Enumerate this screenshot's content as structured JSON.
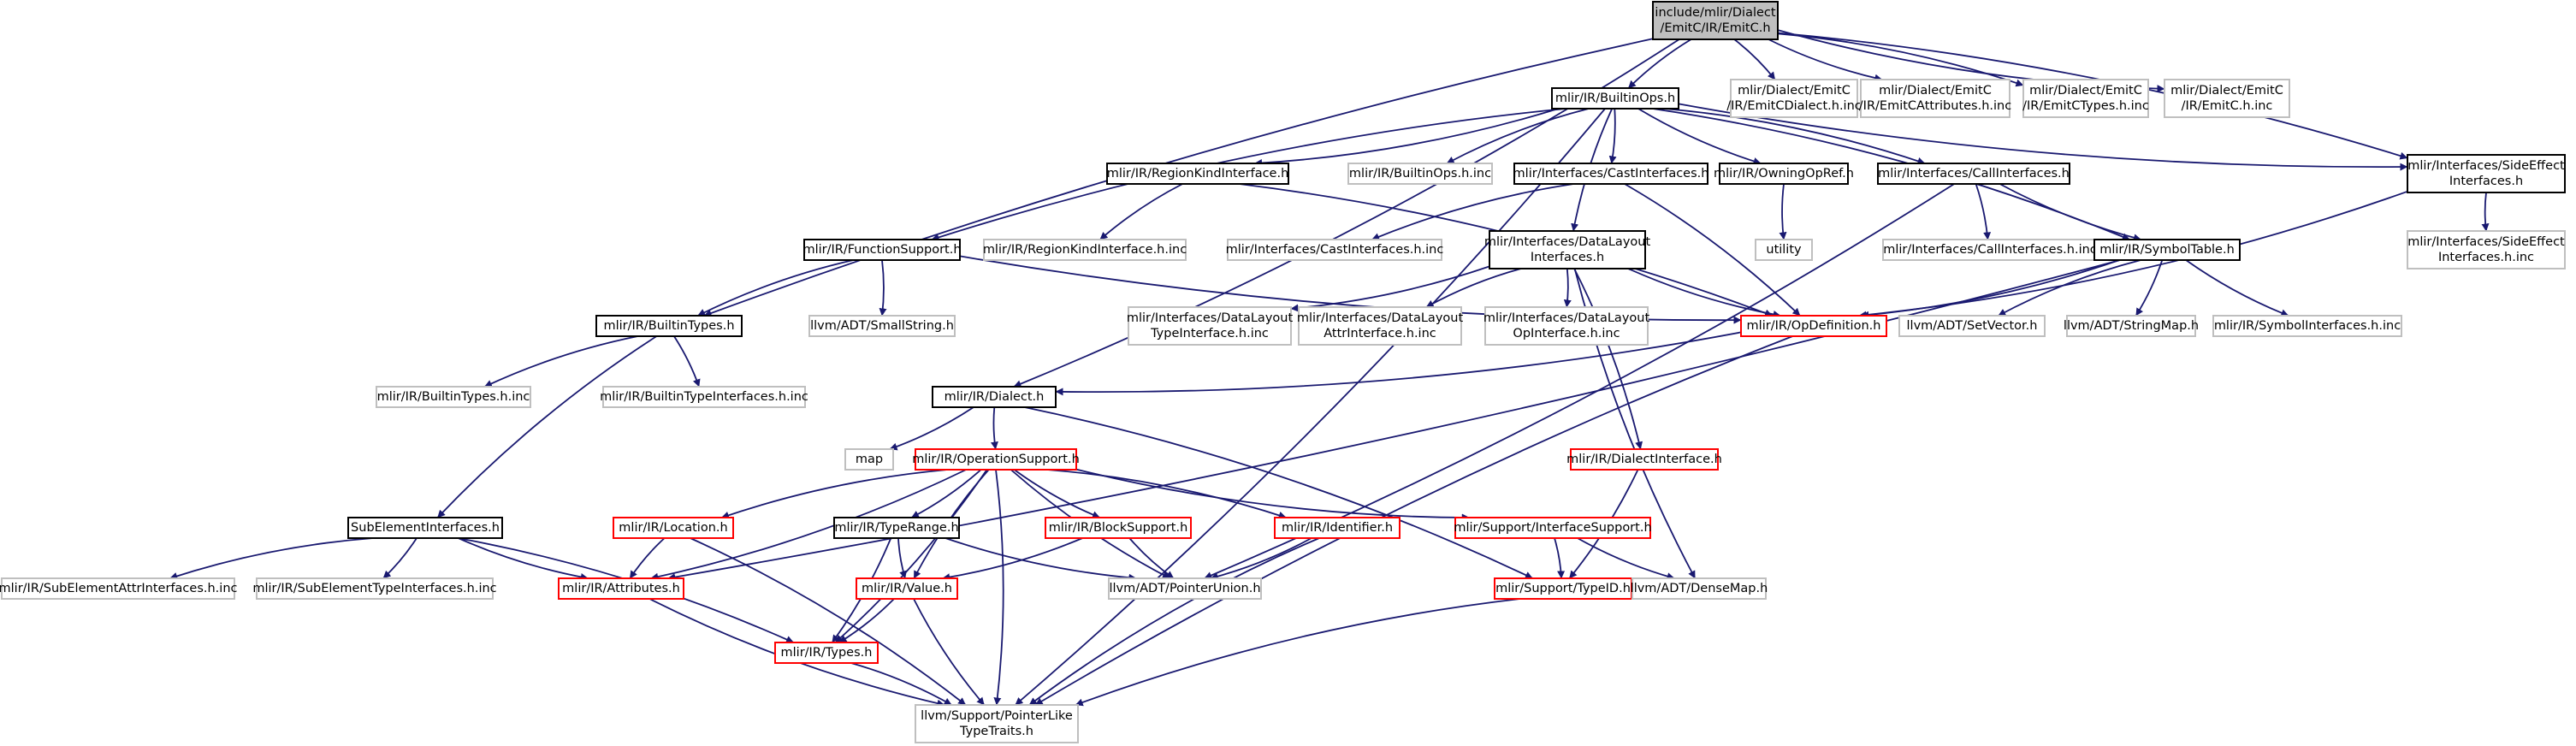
{
  "diagram": {
    "kind": "include dependency graph",
    "colors": {
      "edge": "#191970",
      "focus_fill": "#bfbfbf",
      "documented_border": "#000000",
      "truncated_border": "#ff0000",
      "external_border": "#bfbfbf",
      "text": "#000000"
    },
    "nodes": [
      {
        "id": "emitc_h",
        "lines": [
          "include/mlir/Dialect",
          "/EmitC/IR/EmitC.h"
        ],
        "style": "focus"
      },
      {
        "id": "builtinops_h",
        "lines": [
          "mlir/IR/BuiltinOps.h"
        ],
        "style": "documented"
      },
      {
        "id": "emitcdialect_inc",
        "lines": [
          "mlir/Dialect/EmitC",
          "/IR/EmitCDialect.h.inc"
        ],
        "style": "external"
      },
      {
        "id": "emitcattributes_inc",
        "lines": [
          "mlir/Dialect/EmitC",
          "/IR/EmitCAttributes.h.inc"
        ],
        "style": "external"
      },
      {
        "id": "emitctypes_inc",
        "lines": [
          "mlir/Dialect/EmitC",
          "/IR/EmitCTypes.h.inc"
        ],
        "style": "external"
      },
      {
        "id": "emitc_inc",
        "lines": [
          "mlir/Dialect/EmitC",
          "/IR/EmitC.h.inc"
        ],
        "style": "external"
      },
      {
        "id": "regionkind_h",
        "lines": [
          "mlir/IR/RegionKindInterface.h"
        ],
        "style": "documented"
      },
      {
        "id": "builtinops_inc",
        "lines": [
          "mlir/IR/BuiltinOps.h.inc"
        ],
        "style": "external"
      },
      {
        "id": "castinterfaces_h",
        "lines": [
          "mlir/Interfaces/CastInterfaces.h"
        ],
        "style": "documented"
      },
      {
        "id": "owningopref_h",
        "lines": [
          "mlir/IR/OwningOpRef.h"
        ],
        "style": "documented"
      },
      {
        "id": "callinterfaces_h",
        "lines": [
          "mlir/Interfaces/CallInterfaces.h"
        ],
        "style": "documented"
      },
      {
        "id": "sideeffect_h",
        "lines": [
          "mlir/Interfaces/SideEffect",
          "Interfaces.h"
        ],
        "style": "documented"
      },
      {
        "id": "sideeffect_inc",
        "lines": [
          "mlir/Interfaces/SideEffect",
          "Interfaces.h.inc"
        ],
        "style": "external"
      },
      {
        "id": "functionsupport_h",
        "lines": [
          "mlir/IR/FunctionSupport.h"
        ],
        "style": "documented"
      },
      {
        "id": "regionkind_inc",
        "lines": [
          "mlir/IR/RegionKindInterface.h.inc"
        ],
        "style": "external"
      },
      {
        "id": "castinterfaces_inc",
        "lines": [
          "mlir/Interfaces/CastInterfaces.h.inc"
        ],
        "style": "external"
      },
      {
        "id": "datalayout_h",
        "lines": [
          "mlir/Interfaces/DataLayout",
          "Interfaces.h"
        ],
        "style": "documented"
      },
      {
        "id": "utility",
        "lines": [
          "utility"
        ],
        "style": "external"
      },
      {
        "id": "callinterfaces_inc",
        "lines": [
          "mlir/Interfaces/CallInterfaces.h.inc"
        ],
        "style": "external"
      },
      {
        "id": "symboltable_h",
        "lines": [
          "mlir/IR/SymbolTable.h"
        ],
        "style": "documented"
      },
      {
        "id": "builtintypes_h",
        "lines": [
          "mlir/IR/BuiltinTypes.h"
        ],
        "style": "documented"
      },
      {
        "id": "smallstring_h",
        "lines": [
          "llvm/ADT/SmallString.h"
        ],
        "style": "external"
      },
      {
        "id": "dl_typeinterface_inc",
        "lines": [
          "mlir/Interfaces/DataLayout",
          "TypeInterface.h.inc"
        ],
        "style": "external"
      },
      {
        "id": "dl_attrinterface_inc",
        "lines": [
          "mlir/Interfaces/DataLayout",
          "AttrInterface.h.inc"
        ],
        "style": "external"
      },
      {
        "id": "dl_opinterface_inc",
        "lines": [
          "mlir/Interfaces/DataLayout",
          "OpInterface.h.inc"
        ],
        "style": "external"
      },
      {
        "id": "opdefinition_h",
        "lines": [
          "mlir/IR/OpDefinition.h"
        ],
        "style": "truncated"
      },
      {
        "id": "setvector_h",
        "lines": [
          "llvm/ADT/SetVector.h"
        ],
        "style": "external"
      },
      {
        "id": "stringmap_h",
        "lines": [
          "llvm/ADT/StringMap.h"
        ],
        "style": "external"
      },
      {
        "id": "symbolinterfaces_inc",
        "lines": [
          "mlir/IR/SymbolInterfaces.h.inc"
        ],
        "style": "external"
      },
      {
        "id": "builtintypes_inc",
        "lines": [
          "mlir/IR/BuiltinTypes.h.inc"
        ],
        "style": "external"
      },
      {
        "id": "builtintypeinterfaces_inc",
        "lines": [
          "mlir/IR/BuiltinTypeInterfaces.h.inc"
        ],
        "style": "external"
      },
      {
        "id": "dialect_h",
        "lines": [
          "mlir/IR/Dialect.h"
        ],
        "style": "documented"
      },
      {
        "id": "map",
        "lines": [
          "map"
        ],
        "style": "external"
      },
      {
        "id": "operationsupport_h",
        "lines": [
          "mlir/IR/OperationSupport.h"
        ],
        "style": "truncated"
      },
      {
        "id": "dialectinterface_h",
        "lines": [
          "mlir/IR/DialectInterface.h"
        ],
        "style": "truncated"
      },
      {
        "id": "subelementinterfaces_h",
        "lines": [
          "SubElementInterfaces.h"
        ],
        "style": "documented"
      },
      {
        "id": "location_h",
        "lines": [
          "mlir/IR/Location.h"
        ],
        "style": "truncated"
      },
      {
        "id": "typerange_h",
        "lines": [
          "mlir/IR/TypeRange.h"
        ],
        "style": "documented"
      },
      {
        "id": "blocksupport_h",
        "lines": [
          "mlir/IR/BlockSupport.h"
        ],
        "style": "truncated"
      },
      {
        "id": "identifier_h",
        "lines": [
          "mlir/IR/Identifier.h"
        ],
        "style": "truncated"
      },
      {
        "id": "interfacesupport_h",
        "lines": [
          "mlir/Support/InterfaceSupport.h"
        ],
        "style": "truncated"
      },
      {
        "id": "subelementattr_inc",
        "lines": [
          "mlir/IR/SubElementAttrInterfaces.h.inc"
        ],
        "style": "external"
      },
      {
        "id": "subelementtype_inc",
        "lines": [
          "mlir/IR/SubElementTypeInterfaces.h.inc"
        ],
        "style": "external"
      },
      {
        "id": "attributes_h",
        "lines": [
          "mlir/IR/Attributes.h"
        ],
        "style": "truncated"
      },
      {
        "id": "value_h",
        "lines": [
          "mlir/IR/Value.h"
        ],
        "style": "truncated"
      },
      {
        "id": "pointerunion_h",
        "lines": [
          "llvm/ADT/PointerUnion.h"
        ],
        "style": "external"
      },
      {
        "id": "typeid_h",
        "lines": [
          "mlir/Support/TypeID.h"
        ],
        "style": "truncated"
      },
      {
        "id": "densemap_h",
        "lines": [
          "llvm/ADT/DenseMap.h"
        ],
        "style": "external"
      },
      {
        "id": "types_h",
        "lines": [
          "mlir/IR/Types.h"
        ],
        "style": "truncated"
      },
      {
        "id": "pointerliketypetraits_h",
        "lines": [
          "llvm/Support/PointerLike",
          "TypeTraits.h"
        ],
        "style": "external"
      }
    ],
    "edges": [
      [
        "emitc_h",
        "builtinops_h"
      ],
      [
        "emitc_h",
        "emitcdialect_inc"
      ],
      [
        "emitc_h",
        "emitcattributes_inc"
      ],
      [
        "emitc_h",
        "emitctypes_inc"
      ],
      [
        "emitc_h",
        "emitc_inc"
      ],
      [
        "emitc_h",
        "sideeffect_h"
      ],
      [
        "emitc_h",
        "builtintypes_h"
      ],
      [
        "emitc_h",
        "dialect_h"
      ],
      [
        "builtinops_h",
        "functionsupport_h"
      ],
      [
        "builtinops_h",
        "regionkind_h"
      ],
      [
        "builtinops_h",
        "builtinops_inc"
      ],
      [
        "builtinops_h",
        "castinterfaces_h"
      ],
      [
        "builtinops_h",
        "owningopref_h"
      ],
      [
        "builtinops_h",
        "callinterfaces_h"
      ],
      [
        "builtinops_h",
        "datalayout_h"
      ],
      [
        "builtinops_h",
        "symboltable_h"
      ],
      [
        "builtinops_h",
        "sideeffect_h"
      ],
      [
        "builtinops_h",
        "pointerliketypetraits_h"
      ],
      [
        "regionkind_h",
        "regionkind_inc"
      ],
      [
        "regionkind_h",
        "opdefinition_h"
      ],
      [
        "castinterfaces_h",
        "castinterfaces_inc"
      ],
      [
        "castinterfaces_h",
        "opdefinition_h"
      ],
      [
        "owningopref_h",
        "utility"
      ],
      [
        "callinterfaces_h",
        "callinterfaces_inc"
      ],
      [
        "callinterfaces_h",
        "symboltable_h"
      ],
      [
        "callinterfaces_h",
        "pointerunion_h"
      ],
      [
        "sideeffect_h",
        "sideeffect_inc"
      ],
      [
        "sideeffect_h",
        "opdefinition_h"
      ],
      [
        "functionsupport_h",
        "builtintypes_h"
      ],
      [
        "functionsupport_h",
        "smallstring_h"
      ],
      [
        "functionsupport_h",
        "opdefinition_h"
      ],
      [
        "datalayout_h",
        "dl_typeinterface_inc"
      ],
      [
        "datalayout_h",
        "dl_attrinterface_inc"
      ],
      [
        "datalayout_h",
        "dl_opinterface_inc"
      ],
      [
        "datalayout_h",
        "opdefinition_h"
      ],
      [
        "datalayout_h",
        "dialectinterface_h"
      ],
      [
        "datalayout_h",
        "densemap_h"
      ],
      [
        "symboltable_h",
        "opdefinition_h"
      ],
      [
        "symboltable_h",
        "setvector_h"
      ],
      [
        "symboltable_h",
        "stringmap_h"
      ],
      [
        "symboltable_h",
        "symbolinterfaces_inc"
      ],
      [
        "symboltable_h",
        "attributes_h"
      ],
      [
        "builtintypes_h",
        "builtintypes_inc"
      ],
      [
        "builtintypes_h",
        "builtintypeinterfaces_inc"
      ],
      [
        "builtintypes_h",
        "subelementinterfaces_h"
      ],
      [
        "opdefinition_h",
        "dialect_h"
      ],
      [
        "opdefinition_h",
        "pointerliketypetraits_h"
      ],
      [
        "dialect_h",
        "map"
      ],
      [
        "dialect_h",
        "operationsupport_h"
      ],
      [
        "dialect_h",
        "typeid_h"
      ],
      [
        "operationsupport_h",
        "location_h"
      ],
      [
        "operationsupport_h",
        "typerange_h"
      ],
      [
        "operationsupport_h",
        "blocksupport_h"
      ],
      [
        "operationsupport_h",
        "identifier_h"
      ],
      [
        "operationsupport_h",
        "interfacesupport_h"
      ],
      [
        "operationsupport_h",
        "attributes_h"
      ],
      [
        "operationsupport_h",
        "value_h"
      ],
      [
        "operationsupport_h",
        "types_h"
      ],
      [
        "operationsupport_h",
        "pointerunion_h"
      ],
      [
        "operationsupport_h",
        "pointerliketypetraits_h"
      ],
      [
        "subelementinterfaces_h",
        "subelementattr_inc"
      ],
      [
        "subelementinterfaces_h",
        "subelementtype_inc"
      ],
      [
        "subelementinterfaces_h",
        "attributes_h"
      ],
      [
        "subelementinterfaces_h",
        "types_h"
      ],
      [
        "location_h",
        "attributes_h"
      ],
      [
        "location_h",
        "pointerliketypetraits_h"
      ],
      [
        "typerange_h",
        "value_h"
      ],
      [
        "typerange_h",
        "types_h"
      ],
      [
        "typerange_h",
        "pointerunion_h"
      ],
      [
        "blocksupport_h",
        "value_h"
      ],
      [
        "blocksupport_h",
        "pointerunion_h"
      ],
      [
        "identifier_h",
        "pointerunion_h"
      ],
      [
        "identifier_h",
        "pointerliketypetraits_h"
      ],
      [
        "interfacesupport_h",
        "typeid_h"
      ],
      [
        "interfacesupport_h",
        "densemap_h"
      ],
      [
        "dialectinterface_h",
        "typeid_h"
      ],
      [
        "attributes_h",
        "pointerliketypetraits_h"
      ],
      [
        "value_h",
        "types_h"
      ],
      [
        "value_h",
        "pointerliketypetraits_h"
      ],
      [
        "types_h",
        "pointerliketypetraits_h"
      ],
      [
        "typeid_h",
        "pointerliketypetraits_h"
      ]
    ]
  }
}
